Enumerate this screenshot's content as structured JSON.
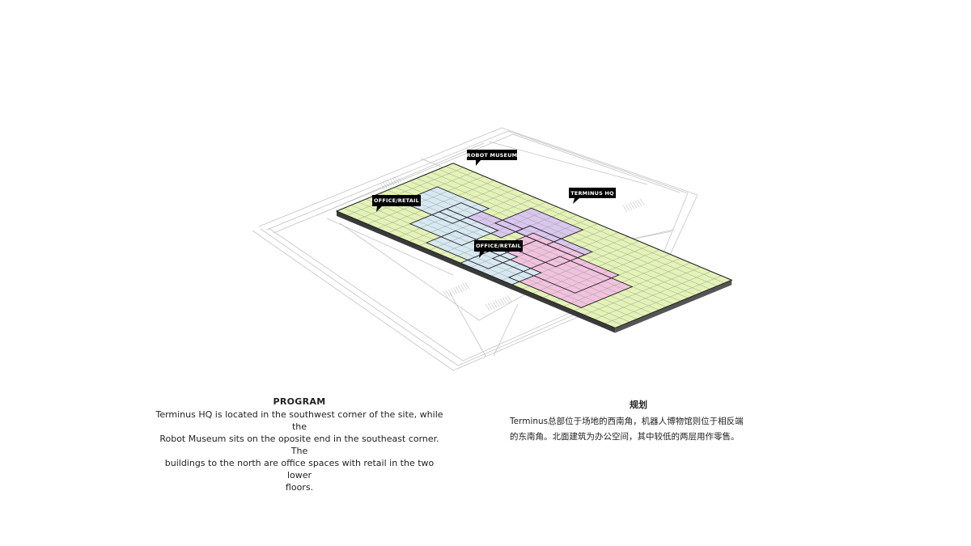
{
  "colors": {
    "site_green": "#e4f2b8",
    "robot_museum_purple": "#d9c6f0",
    "terminus_hq_pink": "#f2c1e0",
    "office_blue": "#d7e8f4",
    "grid_line": "#9aa88a",
    "road_line": "#bdbdbd",
    "callout_fill": "#000000"
  },
  "callouts": {
    "robot_museum": "ROBOT MUSEUM",
    "terminus_hq": "TERMINUS HQ",
    "office_retail_nw": "OFFICE/RETAIL",
    "office_retail_s": "OFFICE/RETAIL"
  },
  "english": {
    "title": "PROGRAM",
    "line1": "Terminus HQ is located in the southwest corner of the site, while the",
    "line2": "Robot Museum sits on the oposite end in the southeast corner. The",
    "line3": "buildings to the north are office spaces with retail in the two lower",
    "line4": "floors."
  },
  "chinese": {
    "title": "规划",
    "line1": "Terminus总部位于场地的西南角，机器人博物馆则位于相反端",
    "line2": "的东南角。北面建筑为办公空间，其中较低的两层用作零售。"
  }
}
